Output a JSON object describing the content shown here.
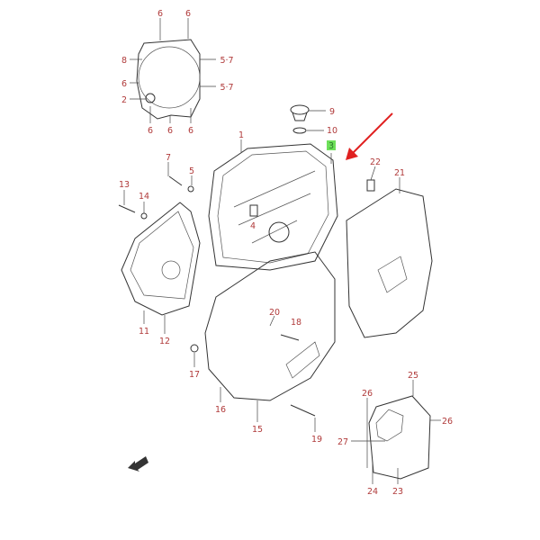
{
  "diagram": {
    "highlight_color": "#6ee05a",
    "arrow_color": "#e02020",
    "label_color": "#b03a3a",
    "labels": [
      "6",
      "6",
      "8",
      "5·7",
      "6",
      "5·7",
      "2",
      "6",
      "6",
      "6",
      "9",
      "10",
      "3",
      "1",
      "7",
      "5",
      "13",
      "14",
      "4",
      "22",
      "21",
      "20",
      "18",
      "11",
      "12",
      "17",
      "16",
      "15",
      "19",
      "25",
      "26",
      "26",
      "27",
      "24",
      "23"
    ],
    "fwd_icon": "FWD"
  }
}
